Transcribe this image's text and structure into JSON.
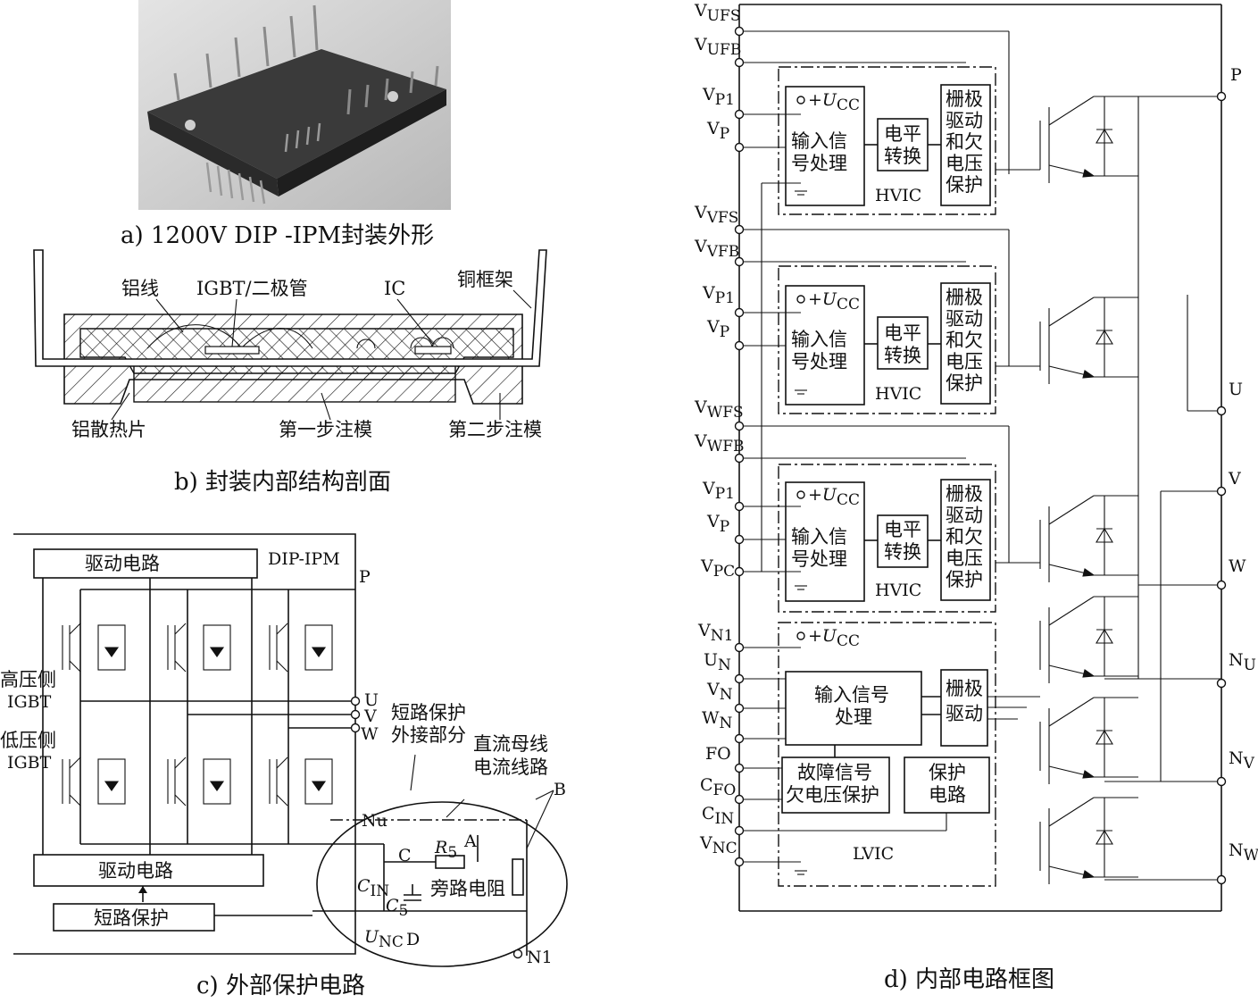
{
  "captions": {
    "a": "a) 1200V DIP -IPM封装外形",
    "b": "b) 封装内部结构剖面",
    "c": "c) 外部保护电路",
    "d": "d) 内部电路框图"
  },
  "section_b": {
    "al_wire": "铝线",
    "igbt_diode": "IGBT/二极管",
    "ic": "IC",
    "cu_frame": "铜框架",
    "al_heatsink": "铝散热片",
    "mold1": "第一步注模",
    "mold2": "第二步注模"
  },
  "section_c": {
    "drive_top": "驱动电路",
    "dip_ipm": "DIP-IPM",
    "p": "P",
    "hv_igbt_1": "高压侧",
    "hv_igbt_2": "IGBT",
    "lv_igbt_1": "低压侧",
    "lv_igbt_2": "IGBT",
    "u": "U",
    "v": "V",
    "w": "W",
    "sc_ext_1": "短路保护",
    "sc_ext_2": "外接部分",
    "dc_bus_1": "直流母线",
    "dc_bus_2": "电流线路",
    "b": "B",
    "nu": "Nu",
    "c": "C",
    "r5": "R",
    "r5_sub": "5",
    "a": "A",
    "cin": "C",
    "cin_sub": "IN",
    "c5": "C",
    "c5_sub": "5",
    "bypass": "旁路电阻",
    "unc": "U",
    "unc_sub": "NC",
    "d": "D",
    "n1": "N1",
    "drive_bottom": "驱动电路",
    "sc_prot": "短路保护"
  },
  "section_d": {
    "hv_blocks": [
      {
        "left_pins": [
          [
            "V",
            "UFS"
          ],
          [
            "V",
            "UFB"
          ],
          [
            "V",
            "P1"
          ],
          [
            "V",
            "P"
          ]
        ],
        "ic": "HVIC"
      },
      {
        "left_pins": [
          [
            "V",
            "VFS"
          ],
          [
            "V",
            "VFB"
          ],
          [
            "V",
            "P1"
          ],
          [
            "V",
            "P"
          ]
        ],
        "ic": "HVIC"
      },
      {
        "left_pins": [
          [
            "V",
            "WFS"
          ],
          [
            "V",
            "WFB"
          ],
          [
            "V",
            "P1"
          ],
          [
            "V",
            "P"
          ],
          [
            "V",
            "PC"
          ]
        ],
        "ic": "HVIC"
      }
    ],
    "ucc": "+U",
    "ucc_sub": "CC",
    "input_proc_1": "输入信",
    "input_proc_2": "号处理",
    "level_1": "电平",
    "level_2": "转换",
    "gate_1": "栅极",
    "gate_2": "驱动",
    "gate_3": "和欠",
    "gate_4": "电压",
    "gate_5": "保护",
    "lv_pins": [
      [
        "V",
        "N1"
      ],
      [
        "U",
        "N"
      ],
      [
        "V",
        "N"
      ],
      [
        "W",
        "N"
      ],
      [
        "FO",
        ""
      ],
      [
        "C",
        "FO"
      ],
      [
        "C",
        "IN"
      ],
      [
        "V",
        "NC"
      ]
    ],
    "lv_input_1": "输入信号",
    "lv_input_2": "处理",
    "lv_gate_1": "栅极",
    "lv_gate_2": "驱动",
    "fault_1": "故障信号",
    "fault_2": "欠电压保护",
    "prot_1": "保护",
    "prot_2": "电路",
    "lvic": "LVIC",
    "right_pins": [
      [
        "P",
        ""
      ],
      [
        "U",
        ""
      ],
      [
        "V",
        ""
      ],
      [
        "W",
        ""
      ],
      [
        "N",
        "U"
      ],
      [
        "N",
        "V"
      ],
      [
        "N",
        "W"
      ]
    ]
  }
}
